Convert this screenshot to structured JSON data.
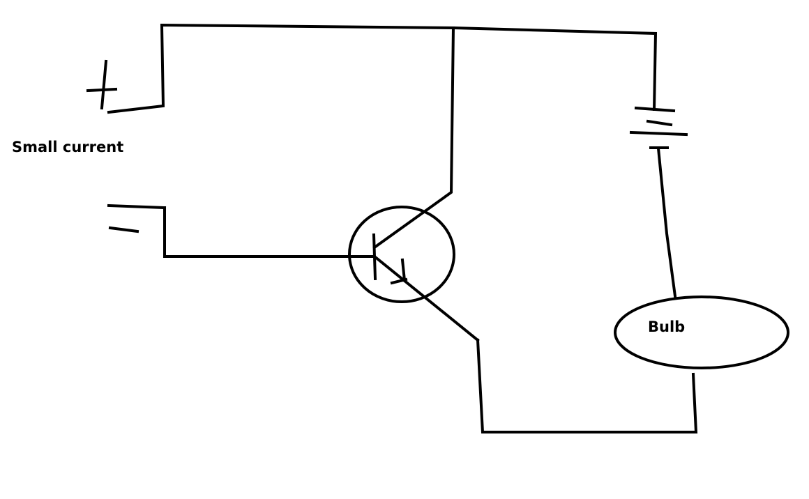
{
  "labels": {
    "input": "Small current",
    "bulb": "Bulb"
  },
  "components": [
    "transistor",
    "battery",
    "bulb",
    "plus-terminal",
    "minus-terminal"
  ],
  "colors": {
    "line": "#000000",
    "background": "#ffffff"
  }
}
